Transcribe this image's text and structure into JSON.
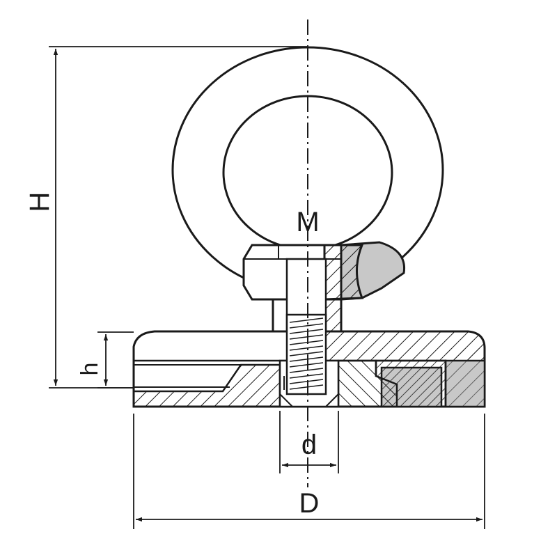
{
  "labels": {
    "overall_height": "H",
    "thread_size": "M",
    "base_height": "h",
    "bore_diameter": "d",
    "base_diameter": "D"
  },
  "colors": {
    "line": "#1a1a1a",
    "section_fill": "#c8c8c8",
    "background": "#ffffff"
  }
}
